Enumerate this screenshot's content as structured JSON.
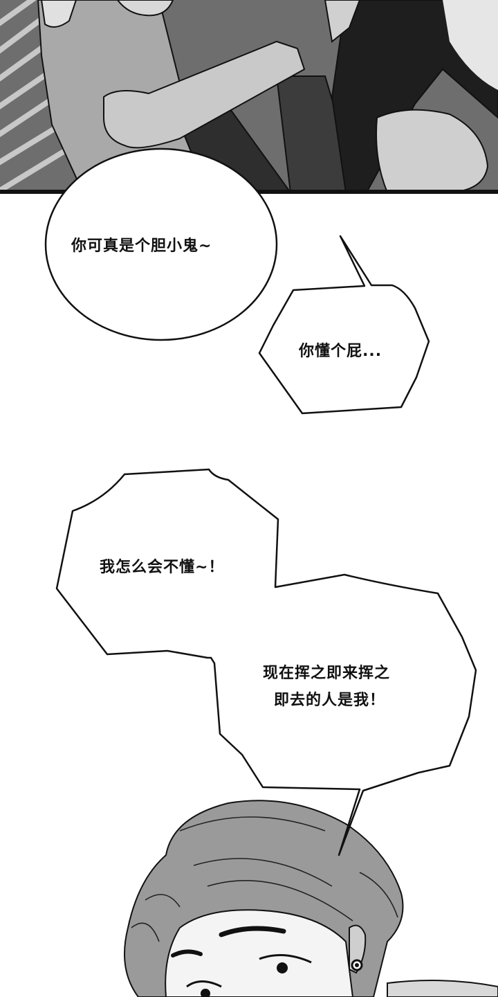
{
  "comic": {
    "panels": [
      {
        "id": "top-panel",
        "description": "two characters embracing, grayscale art"
      },
      {
        "id": "bottom-panel",
        "description": "close-up of character with surprised eyes and ear piercing"
      }
    ],
    "bubbles": [
      {
        "id": "bubble-1",
        "shape": "oval",
        "text": "你可真是个胆小鬼~"
      },
      {
        "id": "bubble-2",
        "shape": "hexagon",
        "text": "你懂个屁..."
      },
      {
        "id": "bubble-3",
        "shape": "jagged",
        "text": "我怎么会不懂~！"
      },
      {
        "id": "bubble-4",
        "shape": "jagged",
        "line1": "现在挥之即来挥之",
        "line2": "即去的人是我！"
      }
    ],
    "colors": {
      "ink": "#111111",
      "paper": "#ffffff",
      "tone_dark": "#3a3a3a",
      "tone_mid": "#8a8a8a",
      "tone_light": "#c8c8c8"
    }
  }
}
